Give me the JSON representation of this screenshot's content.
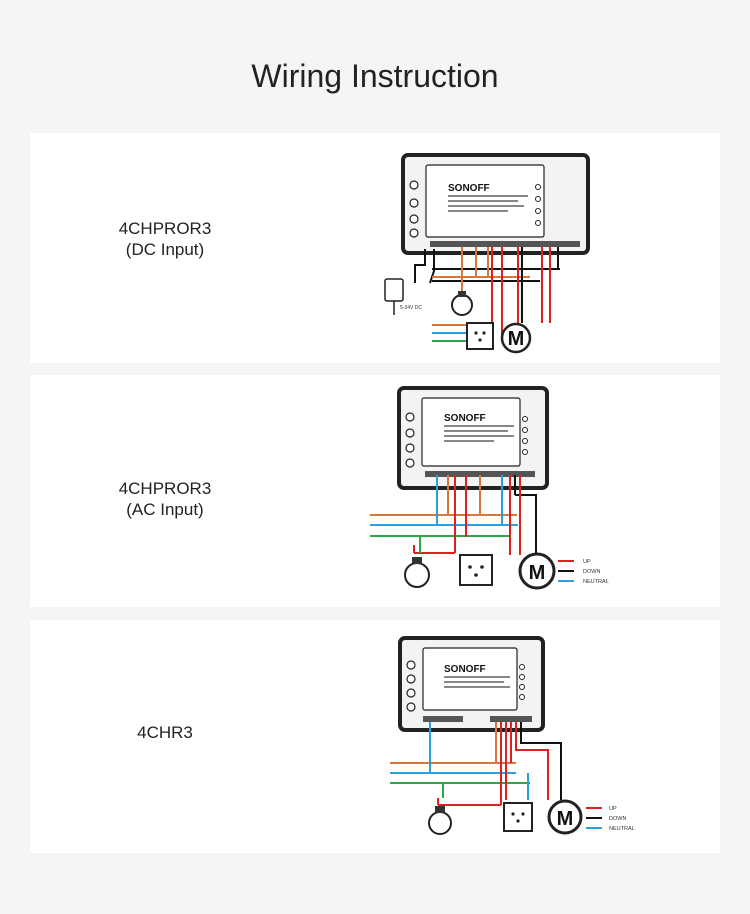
{
  "page": {
    "title": "Wiring Instruction"
  },
  "sections": [
    {
      "label_line1": "4CHPROR3",
      "label_line2": "(DC Input)",
      "brand": "SONOFF",
      "motor": "M",
      "dc_label": "5-24V DC"
    },
    {
      "label_line1": "4CHPROR3",
      "label_line2": "(AC Input)",
      "brand": "SONOFF",
      "motor": "M",
      "legend": [
        {
          "text": "UP",
          "color": "#e02020"
        },
        {
          "text": "DOWN",
          "color": "#111111"
        },
        {
          "text": "NEUTRAL",
          "color": "#2a9fd8"
        }
      ]
    },
    {
      "label_line1": "4CHR3",
      "label_line2": "",
      "brand": "SONOFF",
      "motor": "M",
      "legend": [
        {
          "text": "UP",
          "color": "#e02020"
        },
        {
          "text": "DOWN",
          "color": "#111111"
        },
        {
          "text": "NEUTRAL",
          "color": "#2a9fd8"
        }
      ]
    }
  ],
  "wire_colors": {
    "live": "#d9773a",
    "neutral": "#2a9fd8",
    "earth": "#2aa84a",
    "up": "#e02020",
    "down": "#111111"
  }
}
